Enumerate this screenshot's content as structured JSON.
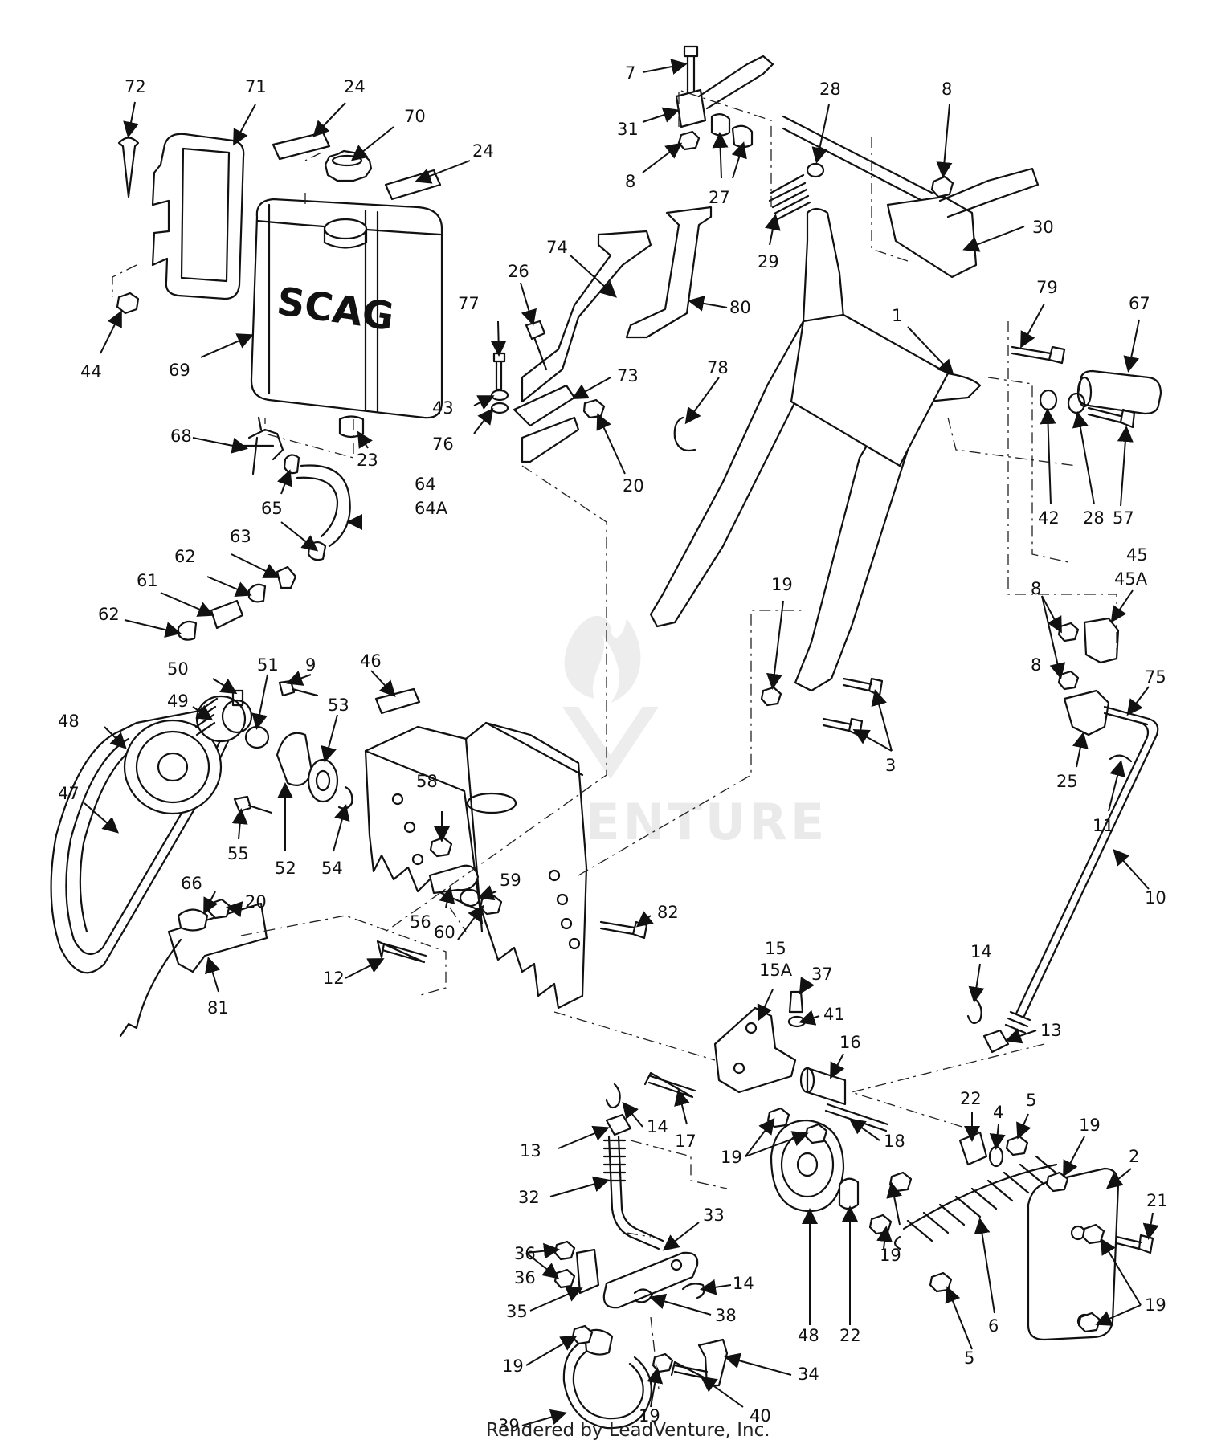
{
  "diagram": {
    "brand_label": "SCAG",
    "footer": "Rendered by LeadVenture, Inc.",
    "watermark": "LEADVENTURE",
    "callouts": [
      "72",
      "71",
      "24",
      "70",
      "24",
      "69",
      "44",
      "68",
      "23",
      "64",
      "64A",
      "65",
      "63",
      "62",
      "61",
      "62",
      "7",
      "31",
      "8",
      "27",
      "28",
      "8",
      "29",
      "30",
      "26",
      "77",
      "74",
      "80",
      "43",
      "76",
      "73",
      "20",
      "78",
      "1",
      "79",
      "67",
      "42",
      "28",
      "57",
      "45",
      "45A",
      "8",
      "8",
      "75",
      "25",
      "11",
      "10",
      "19",
      "3",
      "50",
      "49",
      "48",
      "47",
      "51",
      "9",
      "46",
      "53",
      "55",
      "52",
      "54",
      "58",
      "59",
      "56",
      "60",
      "82",
      "66",
      "20",
      "81",
      "12",
      "14",
      "13",
      "15",
      "15A",
      "37",
      "41",
      "16",
      "17",
      "14",
      "13",
      "32",
      "19",
      "18",
      "22",
      "4",
      "5",
      "19",
      "2",
      "21",
      "36",
      "36",
      "35",
      "33",
      "14",
      "38",
      "19",
      "48",
      "22",
      "19",
      "6",
      "5",
      "19",
      "34",
      "39",
      "19",
      "40"
    ]
  }
}
